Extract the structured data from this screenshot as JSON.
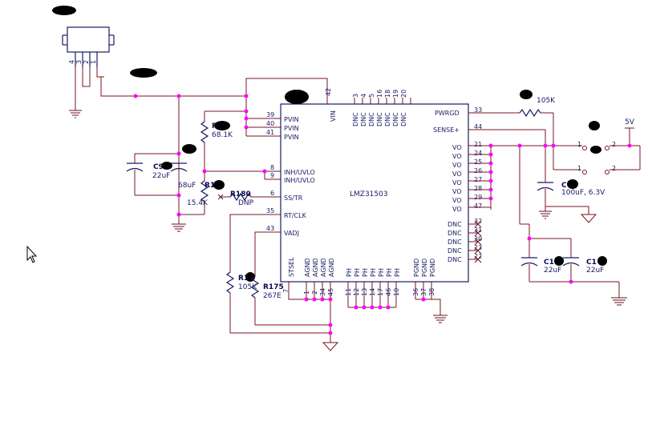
{
  "ic": {
    "name": "LMZ31503",
    "left_pins": [
      {
        "num": "39",
        "label": "PVIN"
      },
      {
        "num": "40",
        "label": "PVIN"
      },
      {
        "num": "41",
        "label": "PVIN"
      },
      {
        "num": "8",
        "label": "INH/UVLO"
      },
      {
        "num": "9",
        "label": "INH/UVLO"
      },
      {
        "num": "6",
        "label": "SS/TR"
      },
      {
        "num": "35",
        "label": "RT/CLK"
      },
      {
        "num": "43",
        "label": "VADJ"
      }
    ],
    "right_pins": [
      {
        "num": "33",
        "label": "PWRGD"
      },
      {
        "num": "44",
        "label": "SENSE+"
      },
      {
        "num": "21",
        "label": "VO"
      },
      {
        "num": "24",
        "label": "VO"
      },
      {
        "num": "25",
        "label": "VO"
      },
      {
        "num": "26",
        "label": "VO"
      },
      {
        "num": "27",
        "label": "VO"
      },
      {
        "num": "28",
        "label": "VO"
      },
      {
        "num": "29",
        "label": "VO"
      },
      {
        "num": "47",
        "label": "VO"
      },
      {
        "num": "32",
        "label": "DNC"
      },
      {
        "num": "31",
        "label": "DNC"
      },
      {
        "num": "30",
        "label": "DNC"
      },
      {
        "num": "23",
        "label": "DNC"
      },
      {
        "num": "22",
        "label": "DNC"
      }
    ],
    "top_pins": [
      {
        "num": "42",
        "label": "VIN"
      },
      {
        "num": "3",
        "label": "DNC"
      },
      {
        "num": "4",
        "label": "DNC"
      },
      {
        "num": "5",
        "label": "DNC"
      },
      {
        "num": "16",
        "label": "DNC"
      },
      {
        "num": "18",
        "label": "DNC"
      },
      {
        "num": "19",
        "label": "DNC"
      },
      {
        "num": "20",
        "label": "DNC"
      }
    ],
    "bottom_pins": [
      {
        "num": "7",
        "label": "STSEL"
      },
      {
        "num": "1",
        "label": "AGND"
      },
      {
        "num": "2",
        "label": "AGND"
      },
      {
        "num": "34",
        "label": "AGND"
      },
      {
        "num": "45",
        "label": "AGND"
      },
      {
        "num": "11",
        "label": "PH"
      },
      {
        "num": "12",
        "label": "PH"
      },
      {
        "num": "13",
        "label": "PH"
      },
      {
        "num": "14",
        "label": "PH"
      },
      {
        "num": "17",
        "label": "PH"
      },
      {
        "num": "46",
        "label": "PH"
      },
      {
        "num": "10",
        "label": "PH"
      },
      {
        "num": "36",
        "label": "PGND"
      },
      {
        "num": "37",
        "label": "PGND"
      },
      {
        "num": "38",
        "label": "PGND"
      }
    ]
  },
  "components": {
    "r_top_value": "68.1K",
    "r_mid_value": "15.4K",
    "r180_ref": "R180",
    "r180_value": "DNP",
    "r175_ref": "R175",
    "r175_value": "267E",
    "r_rt_value": "105K",
    "r_pg_value": "105K",
    "c_in1_value": "22uF",
    "c_in2_value": "68uF",
    "c_out_bulk_value": "100uF, 6.3V",
    "c_out1_value": "22uF",
    "c_out2_value": "22uF",
    "rail_5v": "5V"
  },
  "connector": {
    "pins": [
      "4",
      "3",
      "2",
      "1"
    ]
  },
  "header_pins": {
    "p1a": "1",
    "p2a": "2",
    "p1b": "1",
    "p2b": "2"
  }
}
